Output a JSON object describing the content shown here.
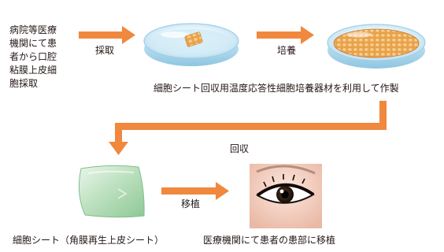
{
  "flow": {
    "source_lines": [
      "病院等医療",
      "機関にて患",
      "者から口腔",
      "粘膜上皮細",
      "胞採取"
    ],
    "step1_label": "採取",
    "step2_label": "培養",
    "caption_dishes": "細胞シート回収用温度応答性細胞培養器材を利用して作製",
    "step3_label": "回収",
    "step4_label": "移植",
    "caption_sheet": "細胞シート（角膜再生上皮シート）",
    "caption_eye": "医療機関にて患者の患部に移植"
  },
  "colors": {
    "arrow": "#f0883e",
    "text": "#231815",
    "dish_glass": "#c6e6f4",
    "dish_medium": "#a8d4ea",
    "cell_tissue": "#e39a3e",
    "sheet": "#b6dcb8",
    "eye_background": "#f3d3c6"
  }
}
